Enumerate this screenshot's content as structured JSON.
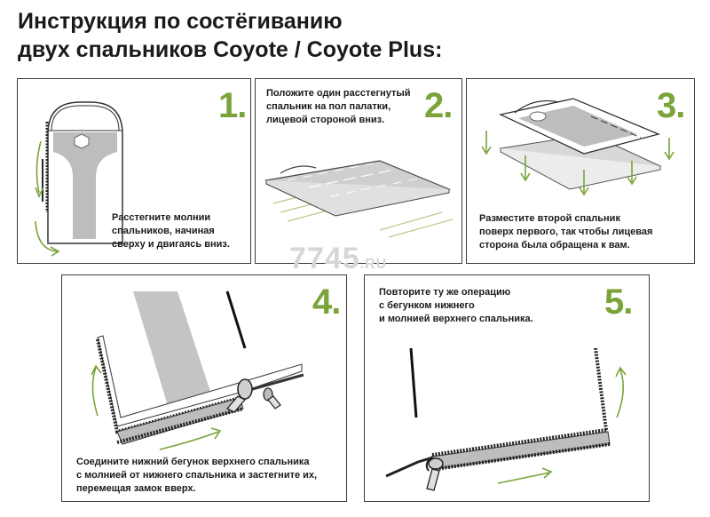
{
  "title": {
    "line1": "Инструкция по состёгиванию",
    "line2": "двух спальников Coyote / Coyote Plus:"
  },
  "accent_color": "#7aa33a",
  "steps": [
    {
      "number": "1.",
      "lines": [
        "Расстегните молнии",
        "спальников, начиная",
        "сверху и двигаясь вниз."
      ]
    },
    {
      "number": "2.",
      "lines": [
        "Положите один расстегнутый",
        "спальник на пол палатки,",
        "лицевой стороной вниз."
      ]
    },
    {
      "number": "3.",
      "lines": [
        "Разместите второй спальник",
        "поверх первого, так чтобы лицевая",
        "сторона была обращена к вам."
      ]
    },
    {
      "number": "4.",
      "lines": [
        "Соедините нижний бегунок верхнего спальника",
        "с молнией от нижнего спальника и застегните их,",
        "перемещая замок вверх."
      ]
    },
    {
      "number": "5.",
      "lines": [
        "Повторите ту же операцию",
        "с бегунком нижнего",
        "и молнией верхнего спальника."
      ]
    }
  ],
  "watermark": {
    "main": "7745",
    "suffix": ".RU"
  }
}
